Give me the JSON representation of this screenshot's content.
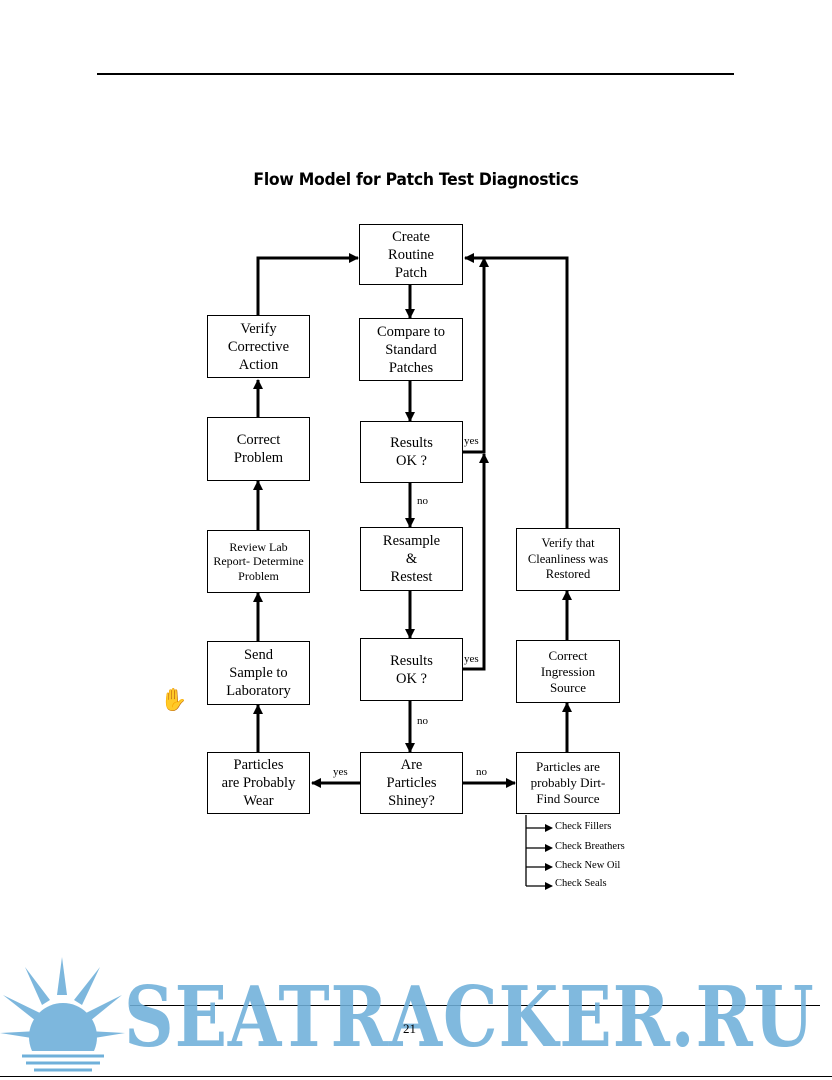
{
  "title": "Flow Model for Patch Test Diagnostics",
  "nodes": {
    "create_patch": "Create\nRoutine\nPatch",
    "compare": "Compare to\nStandard\nPatches",
    "results1": "Results\nOK ?",
    "resample": "Resample\n&\nRestest",
    "results2": "Results\nOK ?",
    "shiny": "Are\nParticles\nShiney?",
    "wear": "Particles\nare Probably\nWear",
    "send_sample": "Send\nSample to\nLaboratory",
    "review_lab": "Review Lab\nReport- Determine\nProblem",
    "correct_problem": "Correct\nProblem",
    "verify_action": "Verify\nCorrective\nAction",
    "dirt": "Particles are\nprobably Dirt-\nFind Source",
    "correct_ingression": "Correct\nIngression\nSource",
    "verify_clean": "Verify that\nCleanliness was\nRestored"
  },
  "edge_labels": {
    "results1_yes": "yes",
    "results1_no": "no",
    "results2_yes": "yes",
    "results2_no": "no",
    "shiny_yes": "yes",
    "shiny_no": "no"
  },
  "checks": [
    "Check Fillers",
    "Check Breathers",
    "Check New Oil",
    "Check Seals"
  ],
  "page_number": "21",
  "watermark": "SEATRACKER.RU",
  "colors": {
    "line": "#000000",
    "watermark": "#6fb0da"
  },
  "icons": [
    "hand-cursor-icon",
    "sun-logo-icon"
  ]
}
